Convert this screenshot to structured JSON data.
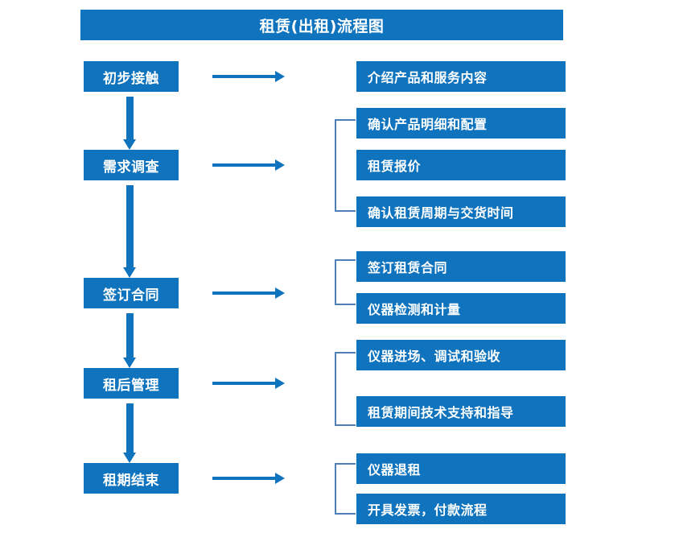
{
  "diagram": {
    "title": "租赁(出租)流程图",
    "accent_color": "#0f73bd",
    "bracket_color": "#4e7fb6",
    "text_color": "#ffffff",
    "background_color": "#ffffff",
    "stages": [
      {
        "label": "初步接触"
      },
      {
        "label": "需求调查"
      },
      {
        "label": "签订合同"
      },
      {
        "label": "租后管理"
      },
      {
        "label": "租期结束"
      }
    ],
    "details": [
      {
        "label": "介绍产品和服务内容"
      },
      {
        "label": "确认产品明细和配置"
      },
      {
        "label": "租赁报价"
      },
      {
        "label": "确认租赁周期与交货时间"
      },
      {
        "label": "签订租赁合同"
      },
      {
        "label": "仪器检测和计量"
      },
      {
        "label": "仪器进场、调试和验收"
      },
      {
        "label": "租赁期间技术支持和指导"
      },
      {
        "label": "仪器退租"
      },
      {
        "label": "开具发票，付款流程"
      }
    ]
  }
}
